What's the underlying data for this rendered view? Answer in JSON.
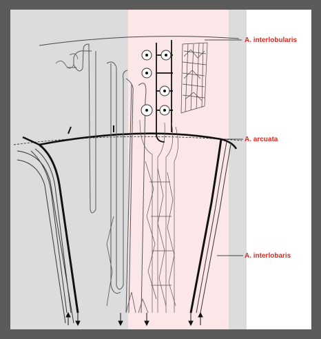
{
  "labels": {
    "interlobularis": "A. interlobularis",
    "arcuata": "A. arcuata",
    "interlobaris": "A. interlobaris"
  },
  "colors": {
    "background": "#5b5b5b",
    "left_panel": "#dcdcdc",
    "center_panel": "#fbe7e7",
    "right_panel": "#dcdcdc",
    "label_text": "#e0271f"
  }
}
